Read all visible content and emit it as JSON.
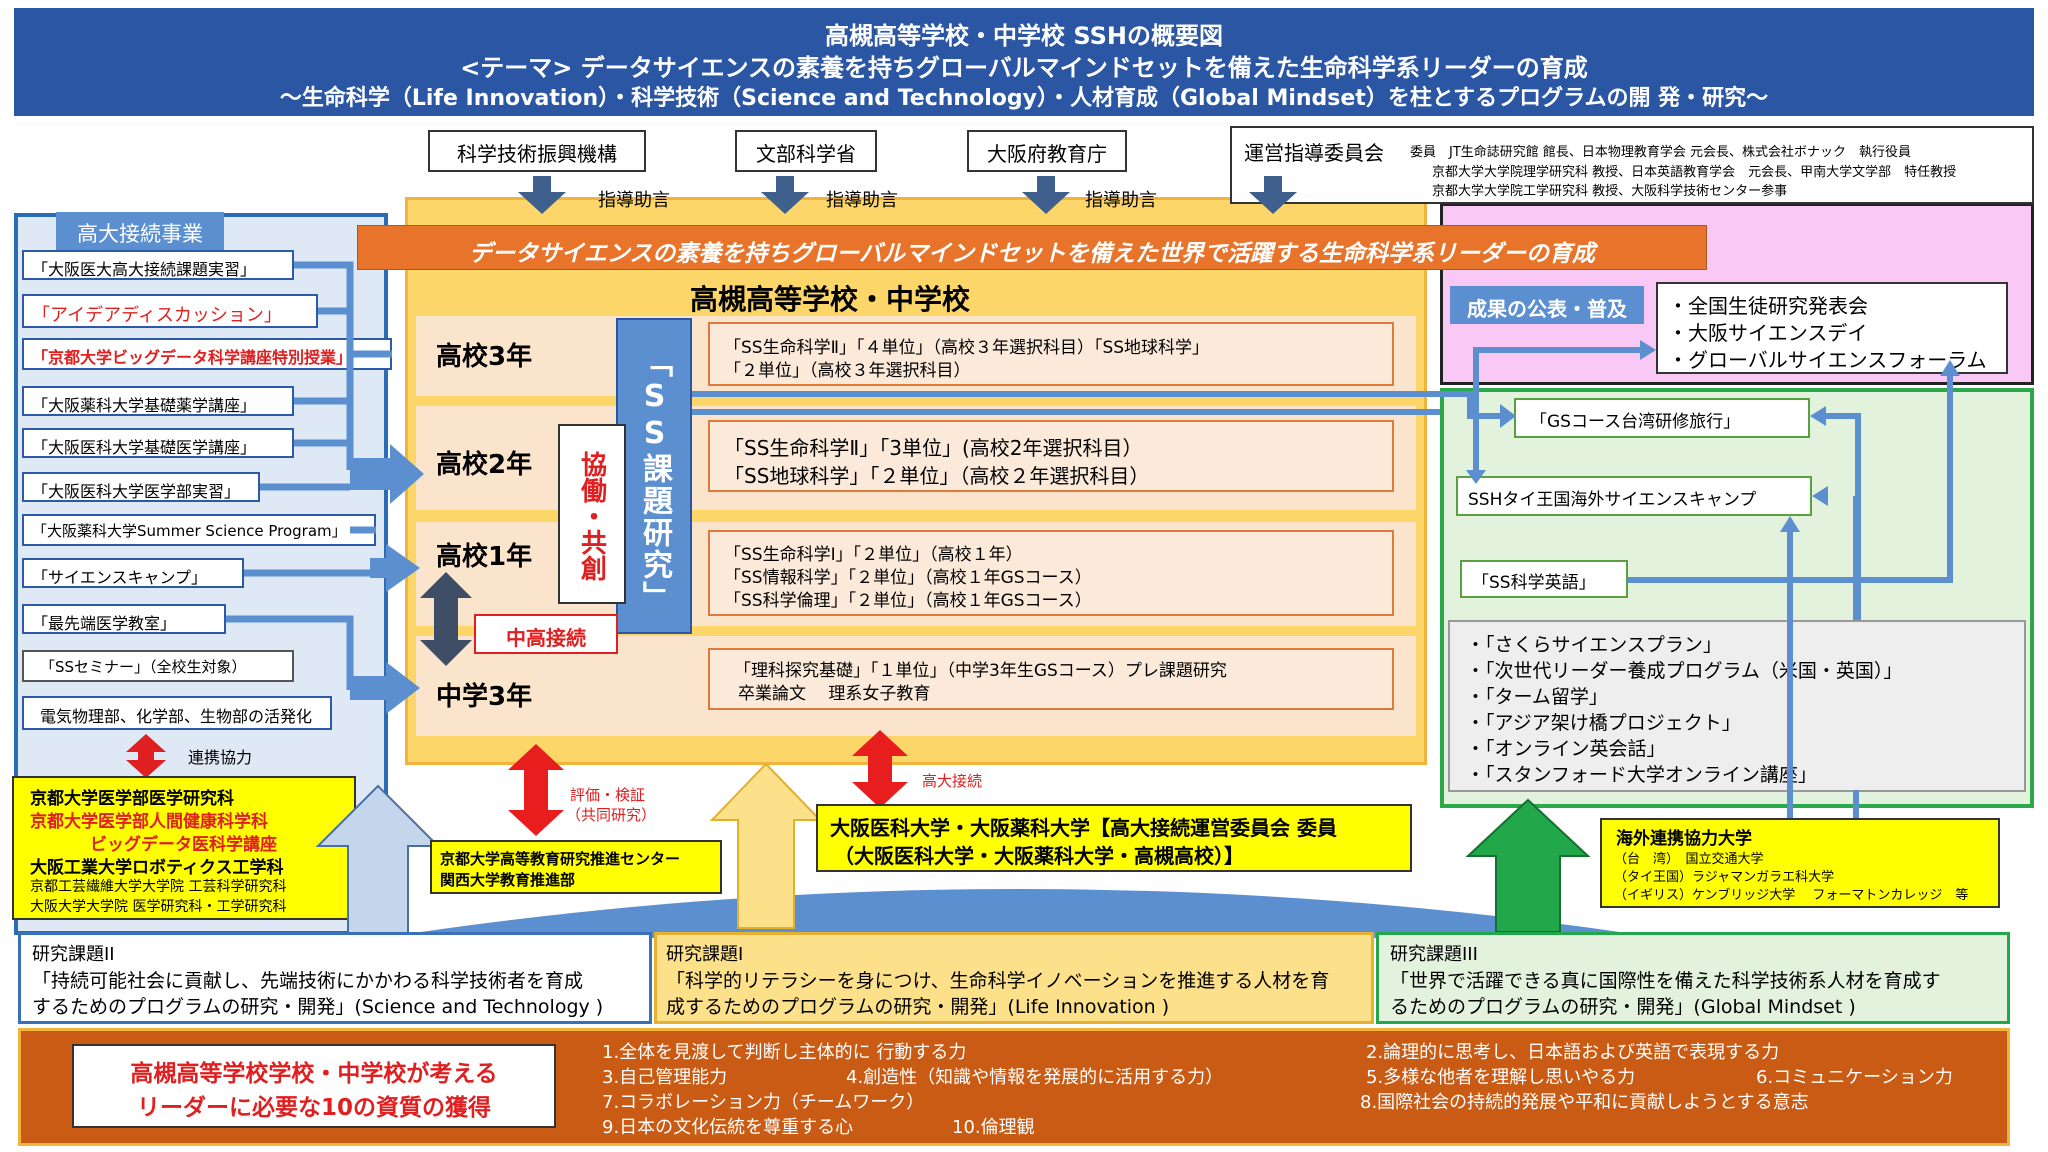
{
  "header": {
    "line1": "高槻高等学校・中学校 SSHの概要図",
    "line2": "<テーマ> データサイエンスの素養を持ちグローバルマインドセットを備えた生命科学系リーダーの育成",
    "line3": "〜生命科学（Life Innovation）・科学技術（Science and Technology）・人材育成（Global Mindset）を柱とするプログラムの開 発・研究〜"
  },
  "orgs": {
    "jst": "科学技術振興機構",
    "mext": "文部科学省",
    "osaka_edu": "大阪府教育庁",
    "guidance": "指導助言",
    "committee_title": "運営指導委員会",
    "committee_members": [
      "委員　JT生命誌研究館 館長、日本物理教育学会 元会長、株式会社ボナック　執行役員",
      "京都大学大学院理学研究科 教授、日本英語教育学会　元会長、甲南大学文学部　特任教授",
      "京都大学大学院工学研究科 教授、大阪科学技術センター参事"
    ]
  },
  "banner": "データサイエンスの素養を持ちグローバルマインドセットを備えた世界で活躍する生命科学系リーダーの育成",
  "left": {
    "title": "高大接続事業",
    "items": [
      "「大阪医大高大接続課題実習」",
      "「アイデアディスカッション」",
      "「京都大学ビッグデータ科学講座特別授業」",
      "「大阪薬科大学基礎薬学講座」",
      "「大阪医科大学基礎医学講座」",
      "「大阪医科大学医学部実習」",
      "「大阪薬科大学Summer Science Program」",
      "「サイエンスキャンプ」",
      "「最先端医学教室」",
      "「SSセミナー」（全校生対象）",
      "電気物理部、化学部、生物部の活発化"
    ],
    "cooperation": "連携協力",
    "universities": [
      "京都大学医学部医学研究科",
      "京都大学医学部人間健康科学科",
      "ビッグデータ医科学講座",
      "大阪工業大学ロボティクス工学科",
      "京都工芸繊維大学大学院 工芸科学研究科",
      "大阪大学大学院 医学研究科・工学研究科"
    ]
  },
  "center": {
    "school": "高槻高等学校・中学校",
    "grades": [
      "高校3年",
      "高校2年",
      "高校1年",
      "中学3年"
    ],
    "ss": "「SS課題研究」",
    "kyodo": "協働・共創",
    "chuko": "中高接続",
    "g3": [
      "「SS生命科学Ⅱ」「４単位」（高校３年選択科目）「SS地球科学」",
      "「２単位」（高校３年選択科目）"
    ],
    "g2": [
      "「SS生命科学Ⅱ」「3単位」(高校2年選択科目）",
      "「SS地球科学」「２単位」（高校２年選択科目）"
    ],
    "g1": [
      "「SS生命科学Ⅰ」「２単位」（高校１年）",
      "「SS情報科学」「２単位」（高校１年GSコース）",
      "「SS科学倫理」「２単位」（高校１年GSコース）"
    ],
    "j3": [
      "「理科探究基礎」「１単位」（中学3年生GSコース）プレ課題研究",
      "卒業論文　 理系女子教育"
    ]
  },
  "right": {
    "pub_title": "成果の公表・普及",
    "pub_items": [
      "・全国生徒研究発表会",
      "・大阪サイエンスデイ",
      "・グローバルサイエンスフォーラム"
    ],
    "gs_trip": "「GSコース台湾研修旅行」",
    "thai": "SSHタイ王国海外サイエンスキャンプ",
    "ss_english": "「SS科学英語」",
    "programs": [
      "・「さくらサイエンスプラン」",
      "・「次世代リーダー養成プログラム（米国・英国）」",
      "・「ターム留学」",
      "・「アジア架け橋プロジェクト」",
      "・「オンライン英会話」",
      "・「スタンフォード大学オンライン講座」"
    ],
    "overseas_title": "海外連携協力大学",
    "overseas": [
      "（台　湾）　国立交通大学",
      "（タイ王国）ラジャマンガラエ科大学",
      "（イギリス）ケンブリッジ大学　 フォーマトンカレッジ　等"
    ]
  },
  "eval": {
    "label1": "評価・検証",
    "label2": "（共同研究）",
    "org1": "京都大学高等教育研究推進センター",
    "org2": "関西大学教育推進部",
    "kodai": "高大接続",
    "osaka_line1": "大阪医科大学・大阪薬科大学【高大接続運営委員会 委員",
    "osaka_line2": "（大阪医科大学・大阪薬科大学・高槻高校）】"
  },
  "research": {
    "r2_title": "研究課題II",
    "r2_line1": "「持続可能社会に貢献し、先端技術にかかわる科学技術者を育成",
    "r2_line2": "するためのプログラムの研究・開発」(Science and Technology )",
    "r1_title": "研究課題I",
    "r1_line1": "「科学的リテラシーを身につけ、生命科学イノベーションを推進する人材を育",
    "r1_line2": "成するためのプログラムの研究・開発」(Life Innovation )",
    "r3_title": "研究課題III",
    "r3_line1": "「世界で活躍できる真に国際性を備えた科学技術系人材を育成す",
    "r3_line2": "るためのプログラムの研究・開発」(Global Mindset )"
  },
  "bottom": {
    "title1": "高槻高等学校学校・中学校が考える",
    "title2": "リーダーに必要な10の資質の獲得",
    "q1": "1.全体を見渡して判断し主体的に 行動する力",
    "q2": "2.論理的に思考し、日本語および英語で表現する力",
    "q3": "3.自己管理能力",
    "q4": "4.創造性（知識や情報を発展的に活用する力）",
    "q5": "5.多様な他者を理解し思いやる力",
    "q6": "6.コミュニケーション力",
    "q7": "7.コラボレーション力（チームワーク）",
    "q8": "8.国際社会の持続的発展や平和に貢献しようとする意志",
    "q9": "9.日本の文化伝統を尊重する心",
    "q10": "10.倫理観"
  },
  "colors": {
    "header": "#2a56a4",
    "orange_banner": "#e8742c",
    "school_panel": "#fcd669",
    "left_panel": "#dfe9f6",
    "pink_panel": "#f9c8f4",
    "green_panel": "#e3f2dd",
    "bottom_bar": "#c95b14",
    "yellow_box": "#ffff00"
  }
}
